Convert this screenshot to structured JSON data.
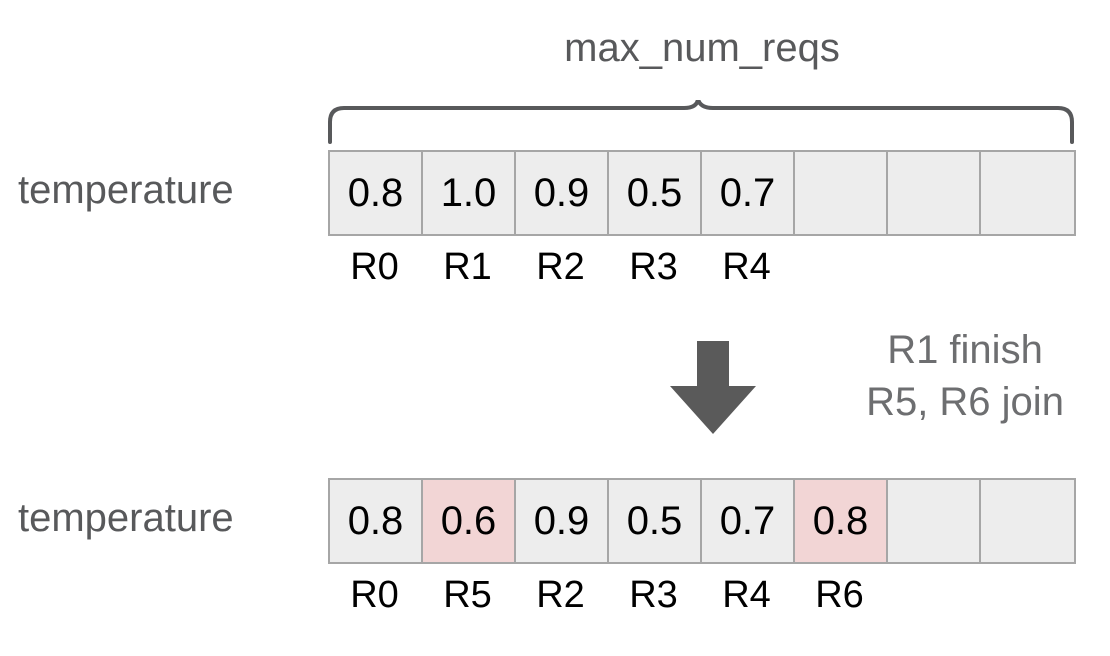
{
  "diagram": {
    "brace_caption": "max_num_reqs",
    "transition_note": {
      "line1": "R1 finish",
      "line2": "R5, R6 join"
    },
    "arrow_icon": "down-arrow-icon",
    "brace_icon": "curly-brace-icon",
    "colors": {
      "cell_fill": "#ededed",
      "cell_highlight": "#f2d5d5",
      "cell_border": "#a6a6a6",
      "label_text": "#58595b",
      "note_text": "#6d6e70",
      "arrow_fill": "#5a5a5a",
      "value_text": "#000000"
    },
    "rows": [
      {
        "id": "before",
        "label": "temperature",
        "capacity": 8,
        "cells": [
          {
            "value": "0.8",
            "tick": "R0",
            "highlight": false
          },
          {
            "value": "1.0",
            "tick": "R1",
            "highlight": false
          },
          {
            "value": "0.9",
            "tick": "R2",
            "highlight": false
          },
          {
            "value": "0.5",
            "tick": "R3",
            "highlight": false
          },
          {
            "value": "0.7",
            "tick": "R4",
            "highlight": false
          },
          {
            "value": "",
            "tick": "",
            "highlight": false
          },
          {
            "value": "",
            "tick": "",
            "highlight": false
          },
          {
            "value": "",
            "tick": "",
            "highlight": false
          }
        ]
      },
      {
        "id": "after",
        "label": "temperature",
        "capacity": 8,
        "cells": [
          {
            "value": "0.8",
            "tick": "R0",
            "highlight": false
          },
          {
            "value": "0.6",
            "tick": "R5",
            "highlight": true
          },
          {
            "value": "0.9",
            "tick": "R2",
            "highlight": false
          },
          {
            "value": "0.5",
            "tick": "R3",
            "highlight": false
          },
          {
            "value": "0.7",
            "tick": "R4",
            "highlight": false
          },
          {
            "value": "0.8",
            "tick": "R6",
            "highlight": true
          },
          {
            "value": "",
            "tick": "",
            "highlight": false
          },
          {
            "value": "",
            "tick": "",
            "highlight": false
          }
        ]
      }
    ]
  }
}
